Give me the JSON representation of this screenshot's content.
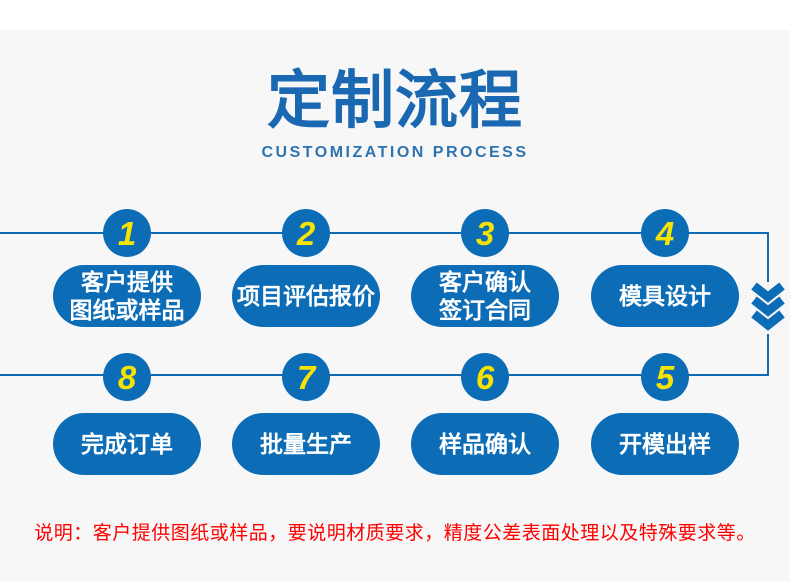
{
  "header": {
    "title": "定制流程",
    "subtitle": "CUSTOMIZATION PROCESS"
  },
  "steps": [
    {
      "number": "1",
      "label": "客户提供\n图纸或样品"
    },
    {
      "number": "2",
      "label": "项目评估报价"
    },
    {
      "number": "3",
      "label": "客户确认\n签订合同"
    },
    {
      "number": "4",
      "label": "模具设计"
    },
    {
      "number": "5",
      "label": "开模出样"
    },
    {
      "number": "6",
      "label": "样品确认"
    },
    {
      "number": "7",
      "label": "批量生产"
    },
    {
      "number": "8",
      "label": "完成订单"
    }
  ],
  "flow": {
    "top_row_order": [
      "1",
      "2",
      "3",
      "4"
    ],
    "bottom_row_order": [
      "8",
      "7",
      "6",
      "5"
    ],
    "connector": "down-chevrons"
  },
  "note": {
    "text": "说明：客户提供图纸或样品，要说明材质要求，精度公差表面处理以及特殊要求等。"
  },
  "colors": {
    "primary_blue": "#0c6db6",
    "line_blue": "#0f6ab4",
    "title_blue": "#1a68b2",
    "subtitle_blue": "#2e74b0",
    "number_yellow": "#f6e400",
    "note_red": "#fe0000",
    "background_gray": "#f7f7f7"
  }
}
